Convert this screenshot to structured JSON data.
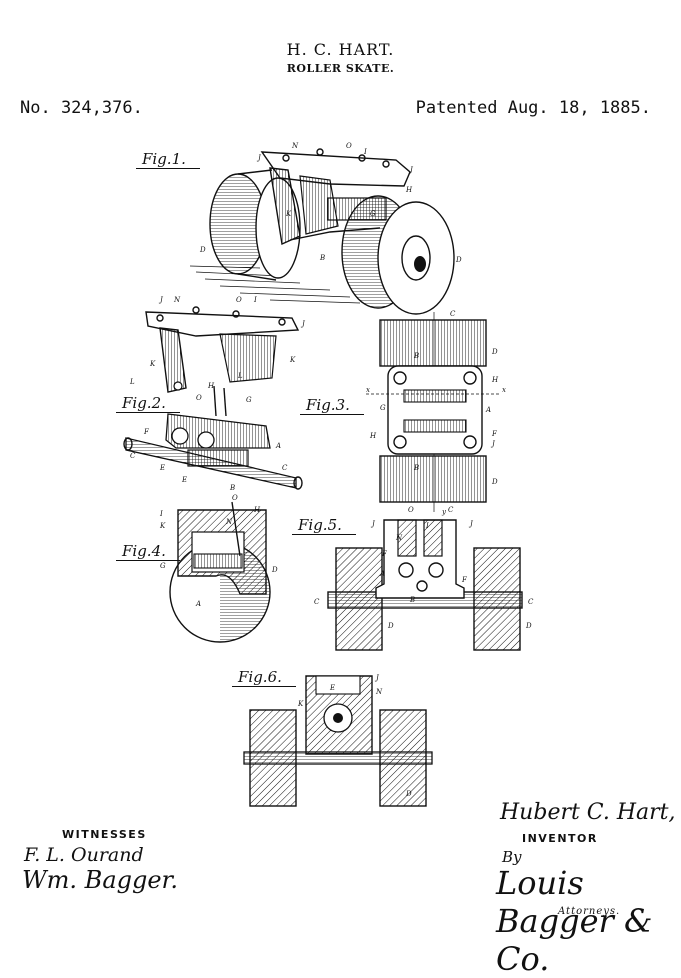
{
  "header": {
    "inventor": "H. C. HART.",
    "title": "ROLLER SKATE.",
    "patent_number": "No. 324,376.",
    "patent_date": "Patented Aug. 18, 1885."
  },
  "figures": {
    "fig1": "Fig.1.",
    "fig2": "Fig.2.",
    "fig3": "Fig.3.",
    "fig4": "Fig.4.",
    "fig5": "Fig.5.",
    "fig6": "Fig.6."
  },
  "reference_letters": [
    "A",
    "B",
    "C",
    "D",
    "E",
    "F",
    "G",
    "H",
    "I",
    "J",
    "K",
    "L",
    "N",
    "O",
    "x",
    "y"
  ],
  "witnesses": {
    "heading": "WITNESSES",
    "names": [
      "F. L. Ourand",
      "Wm. Bagger."
    ]
  },
  "inventor_block": {
    "signature": "Hubert C. Hart,",
    "heading": "INVENTOR",
    "by": "By",
    "attorney": "Louis Bagger & Co.",
    "attorneys_heading": "Attorneys."
  }
}
